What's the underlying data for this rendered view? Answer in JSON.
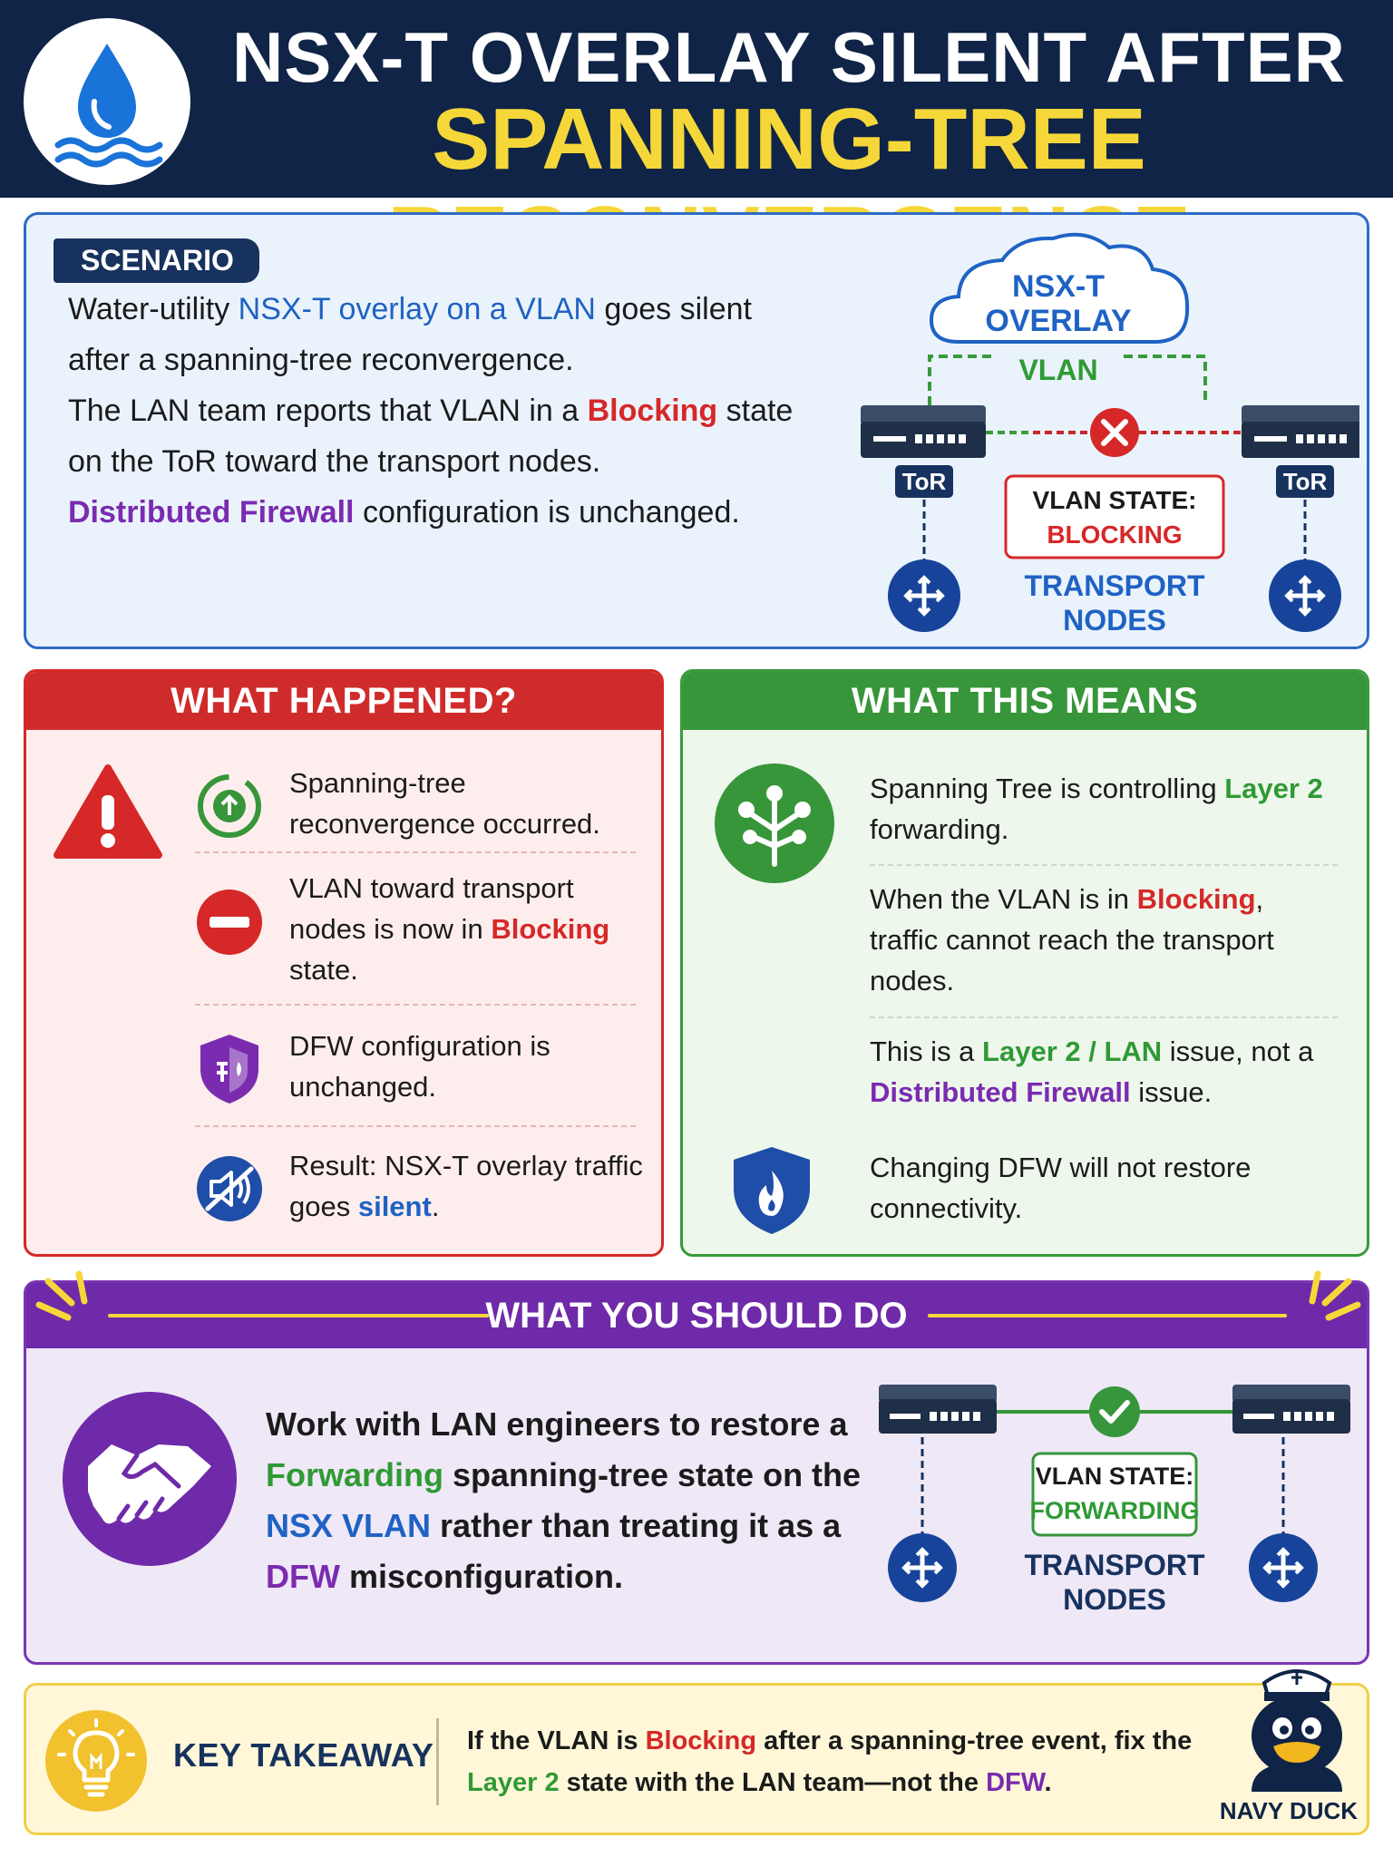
{
  "header": {
    "title_line1": "NSX-T OVERLAY SILENT AFTER",
    "title_line2": "SPANNING-TREE RECONVERGENCE",
    "logo_icon": "water-drop-icon"
  },
  "scenario": {
    "tag": "SCENARIO",
    "text": {
      "p1": "Water-utility ",
      "p1_hl": "NSX-T overlay on a VLAN",
      "p1_end": " goes silent after a spanning-tree reconvergence.",
      "p2": "The LAN team reports that VLAN in a ",
      "p2_hl": "Blocking",
      "p2_end": " state on the ToR toward the transport nodes.",
      "p3_hl": "Distributed Firewall",
      "p3_end": " configuration is unchanged."
    },
    "diagram": {
      "cloud_line1": "NSX-T",
      "cloud_line2": "OVERLAY",
      "vlan_label": "VLAN",
      "tor_left": "ToR",
      "tor_right": "ToR",
      "state_label": "VLAN STATE:",
      "state_value": "BLOCKING",
      "nodes_line1": "TRANSPORT",
      "nodes_line2": "NODES"
    }
  },
  "happened": {
    "title": "WHAT HAPPENED?",
    "items": [
      {
        "icon": "reconverge-arrow-icon",
        "text": "Spanning-tree reconvergence occurred."
      },
      {
        "icon": "no-entry-icon",
        "pre": "VLAN toward transport nodes is now in ",
        "hl": "Blocking",
        "post": " state."
      },
      {
        "icon": "shield-firewall-icon",
        "text": "DFW configuration is unchanged."
      },
      {
        "icon": "muted-speaker-icon",
        "pre": "Result: NSX-T overlay traffic goes ",
        "hl": "silent",
        "post": "."
      }
    ]
  },
  "means": {
    "title": "WHAT THIS MEANS",
    "items": [
      {
        "pre": "Spanning Tree is controlling ",
        "hl": "Layer 2",
        "post": " forwarding."
      },
      {
        "pre": "When the VLAN is in ",
        "hl": "Blocking",
        "post": ", traffic cannot reach the transport nodes."
      },
      {
        "pre": "This is a ",
        "hl": "Layer 2 / LAN",
        "mid": " issue, not a ",
        "hl2": "Distributed Firewall",
        "post": " issue."
      },
      {
        "text": "Changing DFW will not restore connectivity."
      }
    ]
  },
  "do": {
    "title": "WHAT YOU SHOULD DO",
    "text": {
      "p1": "Work with LAN engineers to restore a ",
      "hl1": "Forwarding",
      "p2": " spanning-tree state on the ",
      "hl2": "NSX VLAN",
      "p3": " rather than treating it as a ",
      "hl3": "DFW",
      "p4": " misconfiguration."
    },
    "diagram": {
      "state_label": "VLAN STATE:",
      "state_value": "FORWARDING",
      "nodes_line1": "TRANSPORT",
      "nodes_line2": "NODES"
    }
  },
  "key": {
    "label": "KEY TAKEAWAY",
    "pre": "If the VLAN is ",
    "hl1": "Blocking",
    "mid": " after a spanning-tree event, fix the ",
    "hl2": "Layer 2",
    "mid2": " state with the LAN team—not the ",
    "hl3": "DFW",
    "post": "."
  },
  "mascot": {
    "label": "NAVY DUCK"
  },
  "colors": {
    "navy": "#0f2446",
    "yellow": "#f6d73a",
    "red": "#d62828",
    "green": "#2f9a34",
    "purple": "#7a2bb0",
    "blue": "#1f62c4"
  }
}
